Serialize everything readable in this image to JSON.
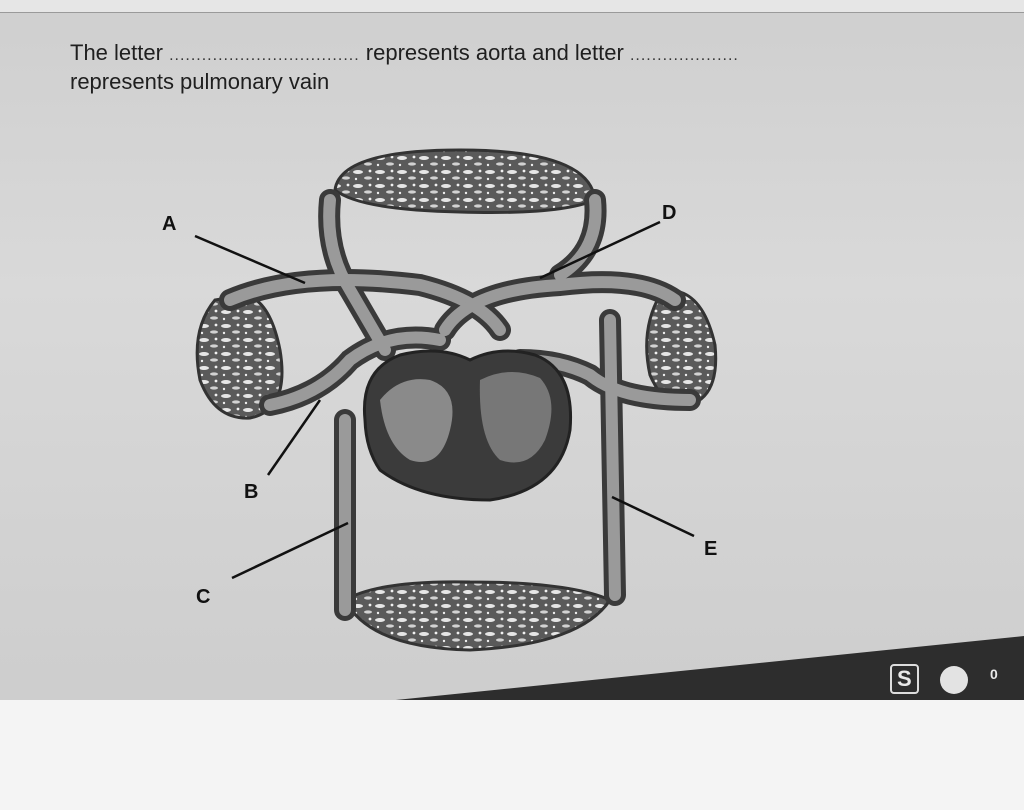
{
  "question": {
    "text_a": "The letter",
    "dots_a": "...................................",
    "text_b": "represents aorta and letter",
    "dots_b": "....................",
    "text_c": "represents pulmonary vain"
  },
  "diagram": {
    "labels": [
      "A",
      "B",
      "C",
      "D",
      "E"
    ]
  },
  "taskbar": {
    "icons": [
      "S",
      "0"
    ]
  }
}
